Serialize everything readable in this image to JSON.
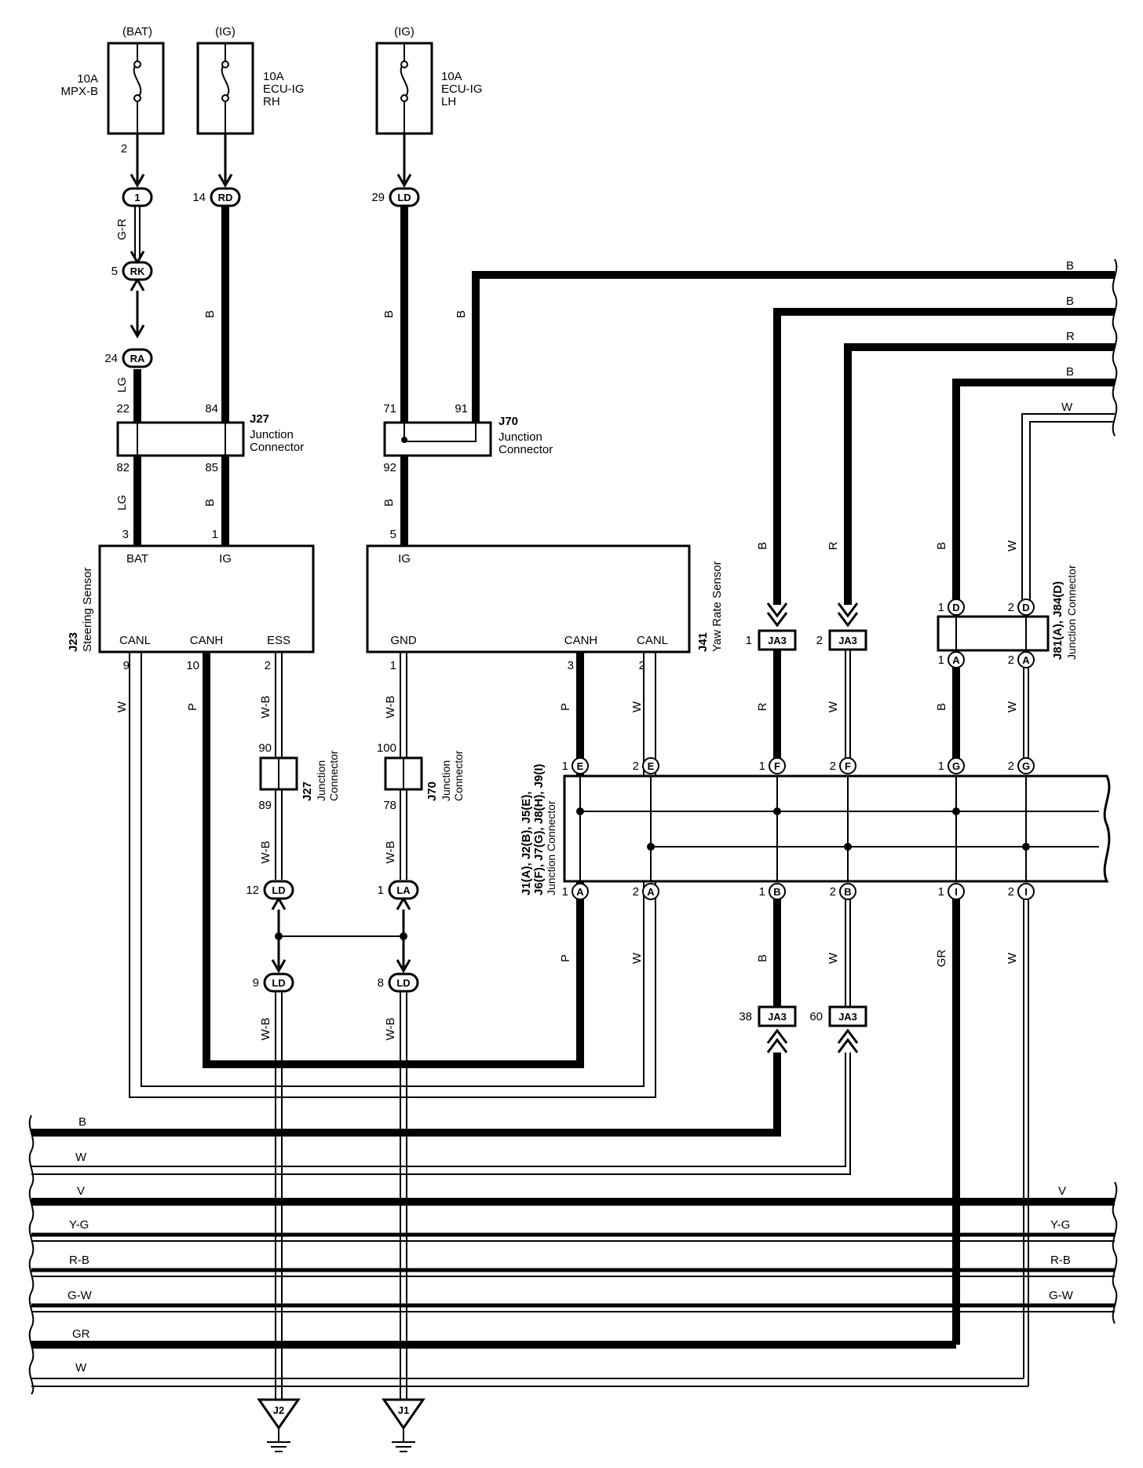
{
  "fuses": [
    {
      "supply": "(BAT)",
      "rating": "10A",
      "line1": "MPX-B",
      "line2": "",
      "pin": "2"
    },
    {
      "supply": "(IG)",
      "rating": "10A",
      "line1": "ECU-IG",
      "line2": "RH",
      "pin": ""
    },
    {
      "supply": "(IG)",
      "rating": "10A",
      "line1": "ECU-IG",
      "line2": "LH",
      "pin": ""
    }
  ],
  "connectors": {
    "c1": {
      "pin": "",
      "code": "1"
    },
    "c14": {
      "pin": "14",
      "code": "RD"
    },
    "c29": {
      "pin": "29",
      "code": "LD"
    },
    "c5": {
      "pin": "5",
      "code": "RK"
    },
    "c24": {
      "pin": "24",
      "code": "RA"
    },
    "c12": {
      "pin": "12",
      "code": "LD"
    },
    "c1la": {
      "pin": "1",
      "code": "LA"
    },
    "c9": {
      "pin": "9",
      "code": "LD"
    },
    "c8": {
      "pin": "8",
      "code": "LD"
    },
    "ja3_1": {
      "pin": "1",
      "code": "JA3"
    },
    "ja3_2": {
      "pin": "2",
      "code": "JA3"
    },
    "ja3_38": {
      "pin": "38",
      "code": "JA3"
    },
    "ja3_60": {
      "pin": "60",
      "code": "JA3"
    }
  },
  "junctions": {
    "j27a": {
      "id": "J27",
      "line1": "Junction",
      "line2": "Connector",
      "pin_tl": "22",
      "pin_tr": "84",
      "pin_bl": "82",
      "pin_br": "85"
    },
    "j70a": {
      "id": "J70",
      "line1": "Junction",
      "line2": "Connector",
      "pin_tl": "71",
      "pin_tr": "91",
      "pin_bl": "92"
    },
    "j27b": {
      "id": "J27",
      "line1": "Junction",
      "line2": "Connector",
      "pin_t": "90",
      "pin_b": "89"
    },
    "j70b": {
      "id": "J70",
      "line1": "Junction",
      "line2": "Connector",
      "pin_t": "100",
      "pin_b": "78"
    },
    "j81": {
      "id": "J81(A), J84(D)",
      "line1": "Junction Connector"
    },
    "jbig": {
      "id_line1": "J1(A), J2(B), J5(E),",
      "id_line2": "J6(F), J7(G), J8(H), J9(I)",
      "line1": "Junction Connector"
    }
  },
  "steering_sensor": {
    "id": "J23",
    "name": "Steering Sensor",
    "pin_bat": "BAT",
    "pin_ig": "IG",
    "pin_canl": "CANL",
    "pin_canh": "CANH",
    "pin_ess": "ESS",
    "num_bat": "3",
    "num_ig": "1",
    "num_canl": "9",
    "num_canh": "10",
    "num_ess": "2"
  },
  "yaw_sensor": {
    "id": "J41",
    "name": "Yaw Rate Sensor",
    "pin_ig": "IG",
    "pin_gnd": "GND",
    "pin_canh": "CANH",
    "pin_canl": "CANL",
    "num_ig": "5",
    "num_gnd": "1",
    "num_canh": "3",
    "num_canl": "2"
  },
  "wire_colors": {
    "gr_top": "G-R",
    "b": "B",
    "lg": "LG",
    "w": "W",
    "p": "P",
    "wb": "W-B",
    "r": "R",
    "gr": "GR",
    "v": "V",
    "yg": "Y-G",
    "rb": "R-B",
    "gw": "G-W"
  },
  "bus_letters": {
    "e": "E",
    "f": "F",
    "g": "G",
    "a": "A",
    "b": "B",
    "i": "I",
    "d": "D"
  },
  "pin_numbers": {
    "one": "1",
    "two": "2"
  },
  "grounds": {
    "left": "J2",
    "right": "J1"
  }
}
